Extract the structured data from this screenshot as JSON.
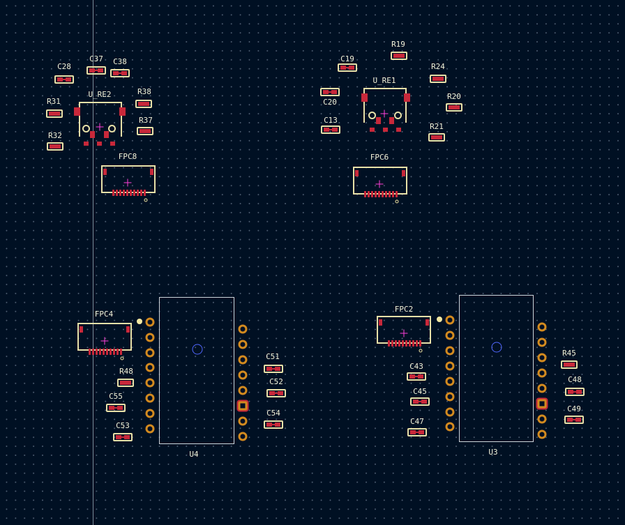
{
  "refs": {
    "C28": "C28",
    "C37": "C37",
    "C38": "C38",
    "R31": "R31",
    "R32": "R32",
    "U_RE2": "U_RE2",
    "R38": "R38",
    "R37": "R37",
    "FPC8": "FPC8",
    "R19": "R19",
    "C19": "C19",
    "R24": "R24",
    "U_RE1": "U_RE1",
    "C20": "C20",
    "R20": "R20",
    "C13": "C13",
    "R21": "R21",
    "FPC6": "FPC6",
    "FPC4": "FPC4",
    "R48": "R48",
    "C55": "C55",
    "C53": "C53",
    "C51": "C51",
    "C52": "C52",
    "C54": "C54",
    "U4": "U4",
    "FPC2": "FPC2",
    "C43": "C43",
    "C45": "C45",
    "C47": "C47",
    "U3": "U3",
    "R45": "R45",
    "C48": "C48",
    "C49": "C49"
  },
  "colors": {
    "background": "#001023",
    "silkscreen": "#e8e0a8",
    "copper_pad": "#c8283a",
    "through_hole": "#d38a1f",
    "origin_marker": "#ff3fd8",
    "module_ring": "#5067ff"
  }
}
